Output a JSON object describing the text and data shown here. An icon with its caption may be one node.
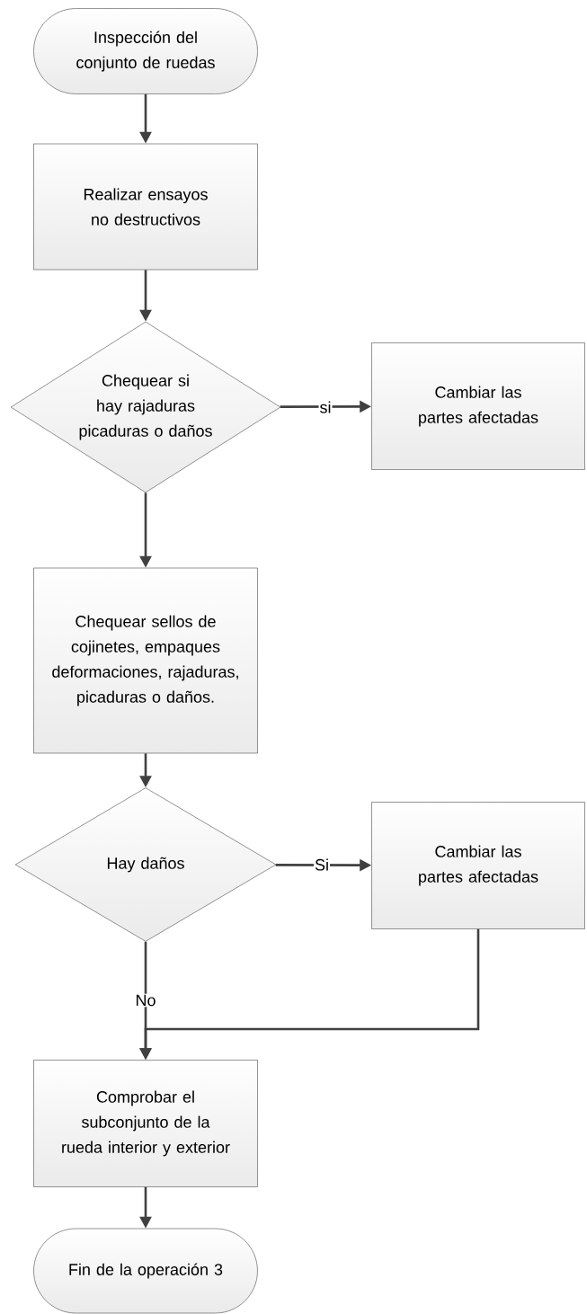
{
  "diagram": {
    "nodes": [
      {
        "text": [
          "Inspección del conjunto de ruedas"
        ]
      },
      {
        "text": [
          "Realizar ensayos no destructivos"
        ]
      },
      {
        "text": [
          "Chequear si hay rajaduras picaduras o daños"
        ]
      },
      {
        "text": [
          "Cambiar las partes afectadas"
        ]
      },
      {
        "text": [
          "Chequear sellos de cojinetes, empaques deformaciones, rajaduras, picaduras o daños."
        ]
      },
      {
        "text": [
          "Hay daños"
        ]
      },
      {
        "text": [
          "Cambiar las partes afectadas"
        ]
      },
      {
        "text": [
          "Comprobar el subconjunto de la rueda interior y exterior"
        ]
      },
      {
        "text": [
          "Fin de la operación 3"
        ]
      }
    ],
    "edges": [
      {
        "from": 0,
        "to": 1,
        "arrow": "to"
      },
      {
        "from": 1,
        "to": 2,
        "arrow": "to"
      },
      {
        "from": 2,
        "to": 3,
        "arrow": "to",
        "label": "si"
      },
      {
        "from": 2,
        "to": 4,
        "arrow": "to"
      },
      {
        "from": 4,
        "to": 5,
        "arrow": "to"
      },
      {
        "from": 5,
        "to": 6,
        "arrow": "to",
        "label": "Si"
      },
      {
        "from": 5,
        "to": 7,
        "arrow": "to",
        "label": "No"
      },
      {
        "from": 6,
        "to": 7,
        "arrow": "to"
      },
      {
        "from": 7,
        "to": 8,
        "arrow": "to"
      }
    ]
  }
}
